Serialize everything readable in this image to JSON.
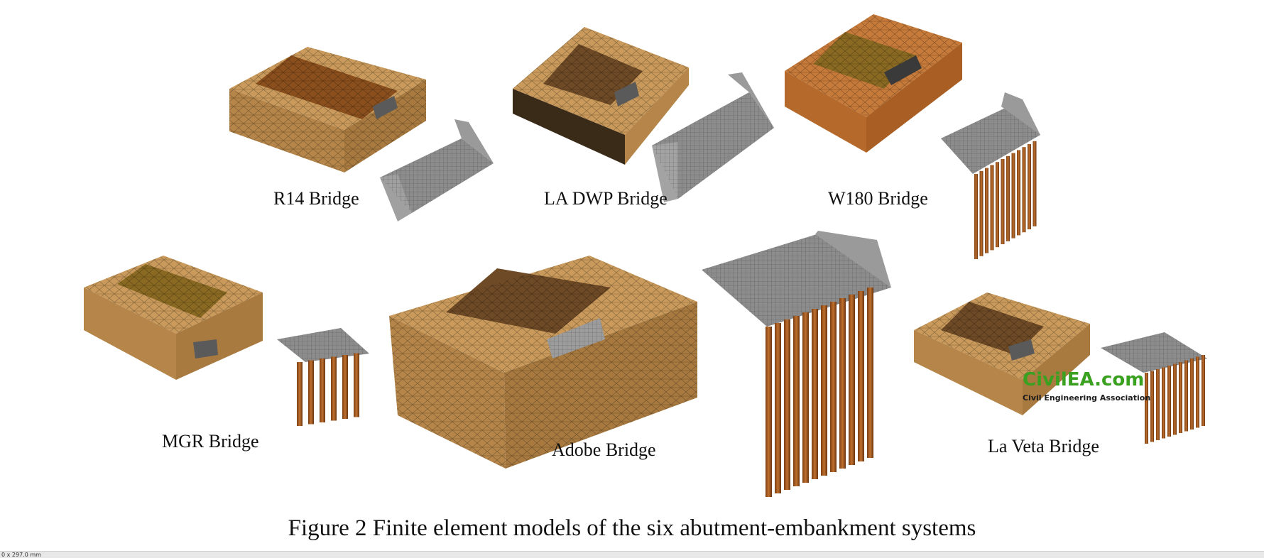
{
  "figure": {
    "caption": "Figure 2 Finite element models of the six abutment-embankment systems"
  },
  "models": [
    {
      "label": "R14 Bridge"
    },
    {
      "label": "LA DWP Bridge"
    },
    {
      "label": "W180 Bridge"
    },
    {
      "label": "MGR Bridge"
    },
    {
      "label": "Adobe Bridge"
    },
    {
      "label": "La Veta Bridge"
    }
  ],
  "watermark": {
    "logo_text": "CivilEA.com",
    "subtitle": "Civil Engineering Association"
  },
  "status_bar": {
    "page_size": "0 x 297.0 mm"
  },
  "colors": {
    "soil_tan": "#c99a5b",
    "soil_dark": "#7a5228",
    "soil_orange": "#c77b3a",
    "concrete_grey": "#8c8c8c",
    "pile_brown": "#a45a1e",
    "watermark_green": "#3aa020"
  }
}
